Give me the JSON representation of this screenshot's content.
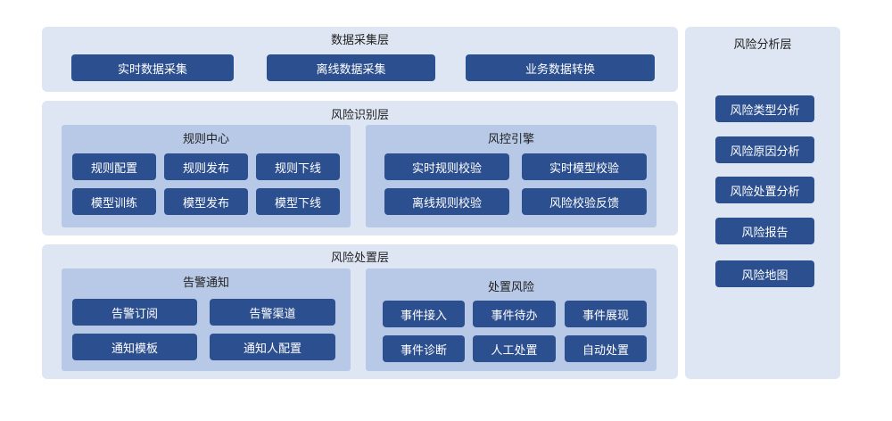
{
  "collection_layer": {
    "title": "数据采集层",
    "items": [
      "实时数据采集",
      "离线数据采集",
      "业务数据转换"
    ]
  },
  "identification_layer": {
    "title": "风险识别层",
    "rule_center": {
      "title": "规则中心",
      "items": [
        "规则配置",
        "规则发布",
        "规则下线",
        "模型训练",
        "模型发布",
        "模型下线"
      ]
    },
    "risk_engine": {
      "title": "风控引擎",
      "items": [
        "实时规则校验",
        "实时模型校验",
        "离线规则校验",
        "风险校验反馈"
      ]
    }
  },
  "handling_layer": {
    "title": "风险处置层",
    "alert_notice": {
      "title": "告警通知",
      "items": [
        "告警订阅",
        "告警渠道",
        "通知模板",
        "通知人配置"
      ]
    },
    "handle_risk": {
      "title": "处置风险",
      "items": [
        "事件接入",
        "事件待办",
        "事件展现",
        "事件诊断",
        "人工处置",
        "自动处置"
      ]
    }
  },
  "analysis_layer": {
    "title": "风险分析层",
    "items": [
      "风险类型分析",
      "风险原因分析",
      "风险处置分析",
      "风险报告",
      "风险地图"
    ]
  }
}
